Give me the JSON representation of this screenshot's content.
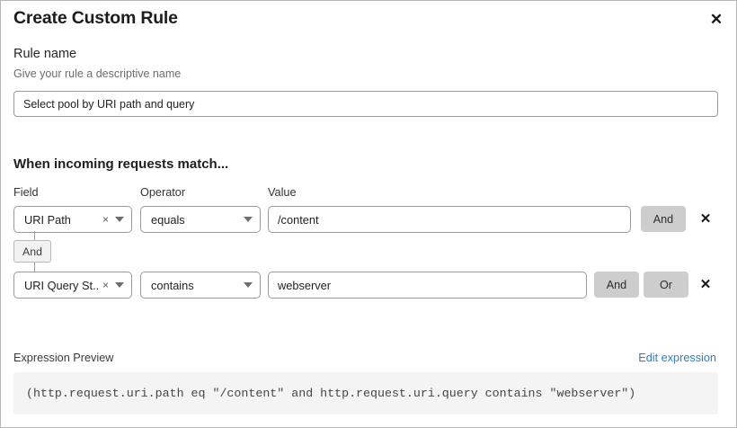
{
  "dialog": {
    "title": "Create Custom Rule",
    "close_label": "✕"
  },
  "rule_name": {
    "label": "Rule name",
    "help": "Give your rule a descriptive name",
    "value": "Select pool by URI path and query",
    "placeholder": "Give your rule a descriptive name"
  },
  "match": {
    "heading": "When incoming requests match...",
    "columns": {
      "field": "Field",
      "operator": "Operator",
      "value": "Value"
    },
    "conditions": [
      {
        "field": "URI Path",
        "operator": "equals",
        "value": "/content",
        "clear_label": "×",
        "buttons": [
          "And"
        ],
        "remove_label": "✕"
      },
      {
        "field": "URI Query St...",
        "operator": "contains",
        "value": "webserver",
        "clear_label": "×",
        "buttons": [
          "And",
          "Or"
        ],
        "remove_label": "✕"
      }
    ],
    "connector": "And"
  },
  "expression": {
    "label": "Expression Preview",
    "edit_link": "Edit expression",
    "code": "(http.request.uri.path eq \"/content\" and http.request.uri.query contains \"webserver\")"
  },
  "colors": {
    "link": "#2f7fc1",
    "button_bg": "#cdcdcd",
    "preview_bg": "#f4f4f4",
    "border": "#9a9a9a"
  }
}
